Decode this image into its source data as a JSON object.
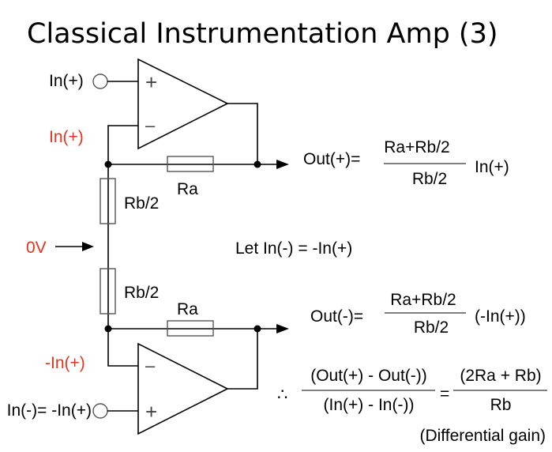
{
  "title": "Classical Instrumentation Amp (3)",
  "colors": {
    "annotation": "#e8321e",
    "line": "#000000"
  },
  "circuit": {
    "top_input_label": "In(+)",
    "top_inverting_node_label": "In(+)",
    "bottom_inverting_node_label": "-In(+)",
    "bottom_input_label": "In(-)= -In(+)",
    "ground_label": "0V",
    "resistor_ra_top": "Ra",
    "resistor_ra_bottom": "Ra",
    "resistor_rb_top": "Rb/2",
    "resistor_rb_bottom": "Rb/2",
    "plus_sign": "+",
    "minus_sign": "–"
  },
  "equations": {
    "out_plus": {
      "lhs": "Out(+)=",
      "num": "Ra+Rb/2",
      "den": "Rb/2",
      "factor": "In(+)"
    },
    "let": "Let In(-) = -In(+)",
    "out_minus": {
      "lhs": "Out(-)=",
      "num": "Ra+Rb/2",
      "den": "Rb/2",
      "factor": "(-In(+))"
    },
    "gain": {
      "therefore": "∴",
      "lhs_num": "(Out(+) - Out(-))",
      "lhs_den": "(In(+) - In(-))",
      "equals": "=",
      "rhs_num": "(2Ra + Rb)",
      "rhs_den": "Rb",
      "note": "(Differential gain)"
    }
  }
}
